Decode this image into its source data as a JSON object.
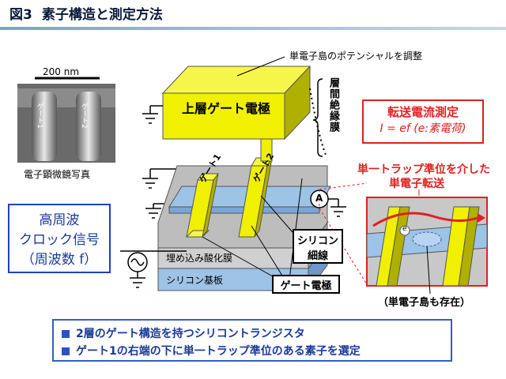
{
  "title": {
    "number": "図3",
    "text": "素子構造と測定方法"
  },
  "sem": {
    "scale": "200 nm",
    "gate1": "ゲート1",
    "gate2": "ゲート2",
    "caption": "電子顕微鏡写真"
  },
  "labels": {
    "island_potential": "単電子島のポテンシャルを調整",
    "top_gate": "上層ゲート電極",
    "interlayer": "層間絶縁膜",
    "transfer_title": "転送電流測定",
    "transfer_eq": "I = ef (e:素電荷)",
    "single_trap": "単一トラップ準位を介した",
    "single_transfer": "単電子転送",
    "ammeter": "A",
    "gate1": "ゲート1",
    "gate2": "ゲート2",
    "buried_oxide": "埋め込み酸化膜",
    "substrate": "シリコン基板",
    "wire_l1": "シリコン",
    "wire_l2": "細線",
    "gate_electrode": "ゲート電極",
    "island_exists": "（単電子島も存在）",
    "electron": "e",
    "rf_l1": "高周波",
    "rf_l2": "クロック信号",
    "rf_l3": "（周波数 f）"
  },
  "bullets": [
    "2層のゲート構造を持つシリコントランジスタ",
    "ゲート1の右端の下に単一トラップ準位のある素子を選定"
  ],
  "colors": {
    "gate": "#f0f000",
    "gate_side": "#b0b000",
    "silicon": "#9dc3e6",
    "oxide": "#c8c8c8",
    "red": "#e02020",
    "blue": "#2040c0",
    "title_rule": "#7fa0c8"
  }
}
